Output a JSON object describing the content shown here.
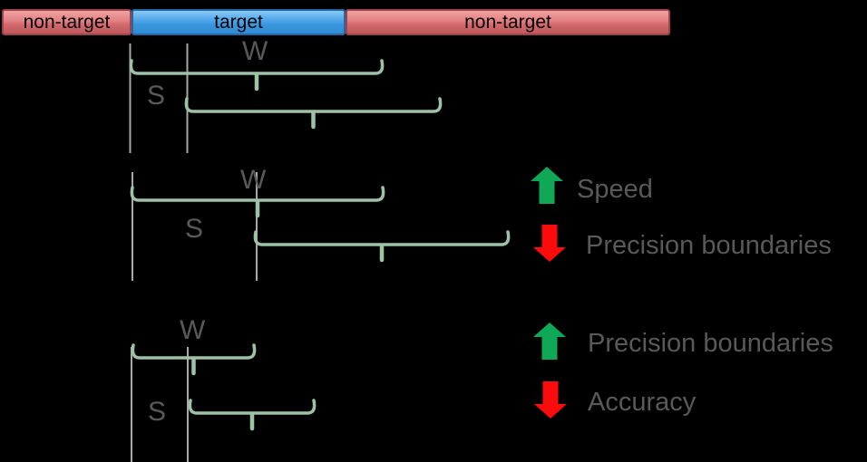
{
  "bar": {
    "segments": [
      {
        "label": "non-target",
        "kind": "non-target"
      },
      {
        "label": "target",
        "kind": "target"
      },
      {
        "label": "non-target",
        "kind": "non-target"
      }
    ]
  },
  "diagram": {
    "groups": [
      {
        "w_label": "W",
        "s_label": "S"
      },
      {
        "w_label": "W",
        "s_label": "S"
      },
      {
        "w_label": "W",
        "s_label": "S"
      }
    ]
  },
  "legend": {
    "items": [
      {
        "direction": "up",
        "label": "Speed"
      },
      {
        "direction": "down",
        "label": "Precision boundaries"
      },
      {
        "direction": "up",
        "label": "Precision boundaries"
      },
      {
        "direction": "down",
        "label": "Accuracy"
      }
    ]
  },
  "colors": {
    "bar_red": "#DE797C",
    "bar_red_border": "#A04348",
    "bar_blue": "#4AA4E8",
    "bar_blue_border": "#2268A8",
    "brace_green": "#9CC3A5",
    "line_gray": "#A9A9A9",
    "arrow_green": "#0FA857",
    "arrow_red": "#FB0B0B",
    "label_gray": "#595959"
  }
}
